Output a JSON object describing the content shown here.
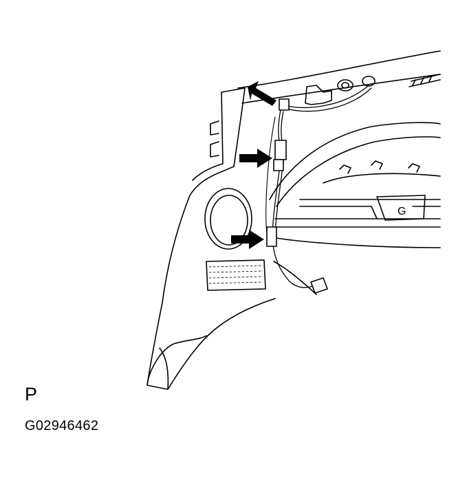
{
  "figure": {
    "view_letter": "P",
    "figure_code": "G02946462",
    "stamp": "G"
  },
  "colors": {
    "line": "#000000",
    "background": "#ffffff",
    "arrow": "#000000"
  },
  "icons": {
    "callout": "arrow-right-icon",
    "connector": "connector-icon"
  }
}
